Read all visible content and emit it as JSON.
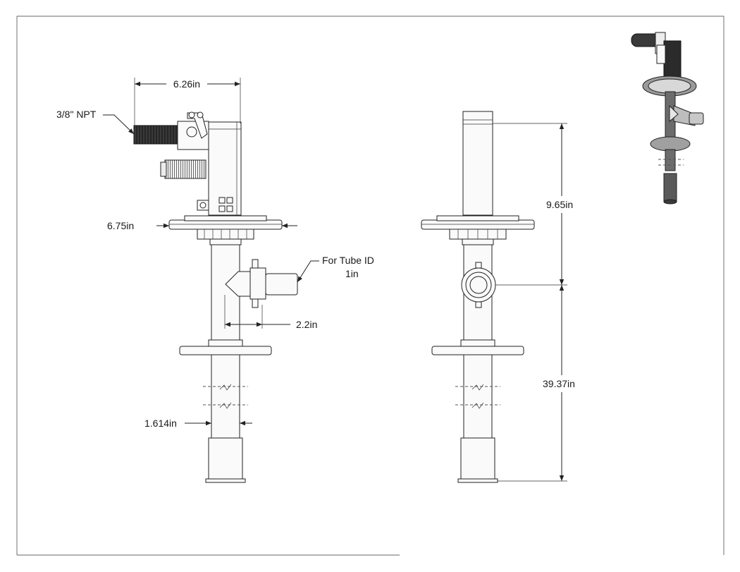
{
  "drawing": {
    "dimensions": {
      "overall_width": "6.26in",
      "flange_diameter": "6.75in",
      "inlet_offset": "2.2in",
      "tube_diameter": "1.614in",
      "upper_height": "9.65in",
      "lower_length": "39.37in"
    },
    "callouts": {
      "npt_port": "3/8\" NPT",
      "tube_id_line1": "For Tube ID",
      "tube_id_line2": "1in"
    }
  }
}
